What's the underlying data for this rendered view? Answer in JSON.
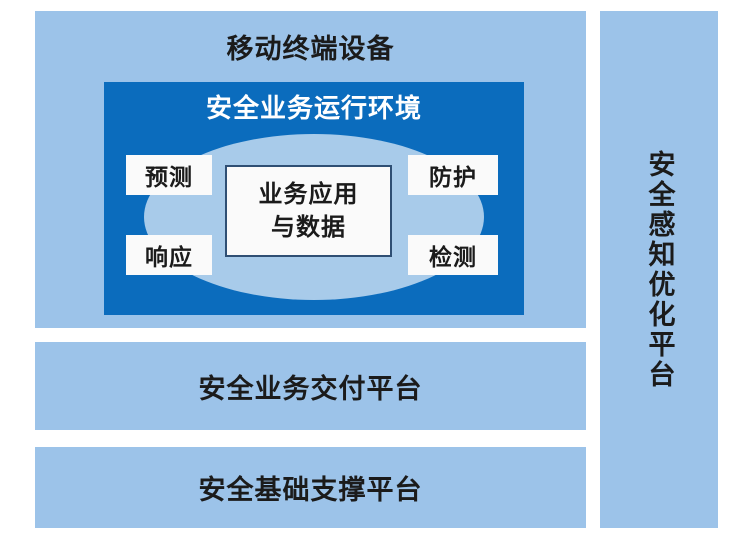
{
  "diagram": {
    "type": "layered-architecture",
    "colors": {
      "layer_fill": "#9CC3E9",
      "secure_env_fill": "#0B6CBD",
      "ellipse_fill": "#A8CBEA",
      "box_fill": "#FAFAFA",
      "core_border": "#2F4F74",
      "text": "#1B1B1B",
      "inverse_text": "#FFFFFF",
      "page_background": "#FFFFFF"
    },
    "layers": [
      {
        "id": "device",
        "label": "移动终端设备"
      },
      {
        "id": "delivery",
        "label": "安全业务交付平台"
      },
      {
        "id": "foundation",
        "label": "安全基础支撑平台"
      }
    ],
    "secure_env": {
      "title": "安全业务运行环境",
      "core": {
        "line1": "业务应用",
        "line2": "与数据"
      },
      "capabilities": [
        {
          "id": "predict",
          "label": "预测",
          "position": "top-left"
        },
        {
          "id": "respond",
          "label": "响应",
          "position": "bottom-left"
        },
        {
          "id": "protect",
          "label": "防护",
          "position": "top-right"
        },
        {
          "id": "detect",
          "label": "检测",
          "position": "bottom-right"
        }
      ]
    },
    "sidebar": {
      "label": "安全感知优化平台",
      "orientation": "vertical"
    }
  }
}
